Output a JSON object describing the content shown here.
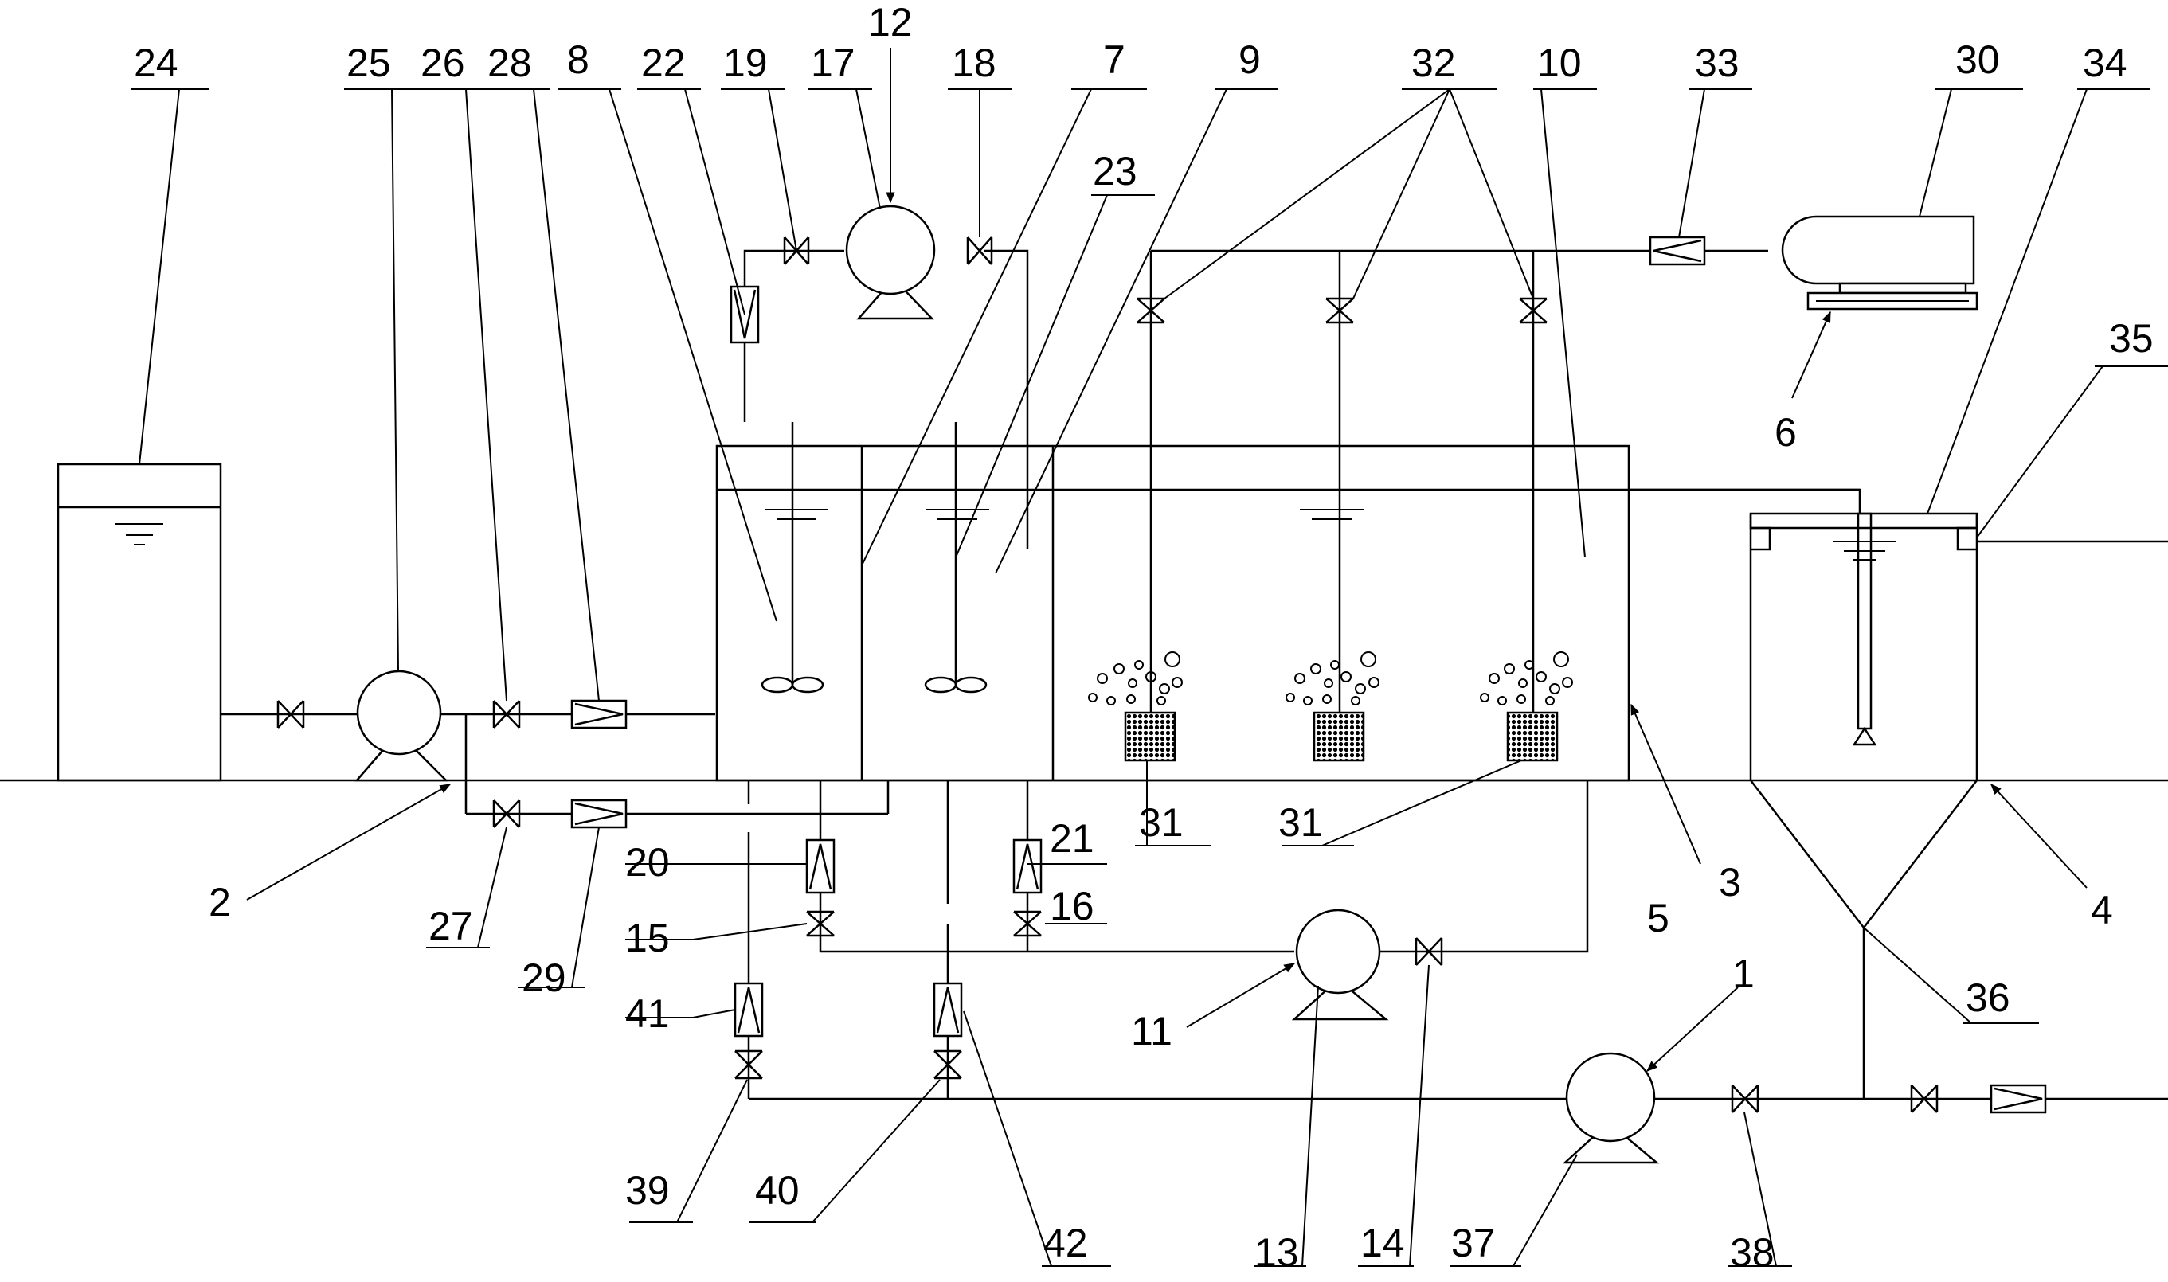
{
  "labels": {
    "l1": "1",
    "l2": "2",
    "l3": "3",
    "l4": "4",
    "l5": "5",
    "l6": "6",
    "l7": "7",
    "l8": "8",
    "l9": "9",
    "l10": "10",
    "l11": "11",
    "l12": "12",
    "l13": "13",
    "l14": "14",
    "l15": "15",
    "l16": "16",
    "l17": "17",
    "l18": "18",
    "l19": "19",
    "l20": "20",
    "l21": "21",
    "l22": "22",
    "l23": "23",
    "l24": "24",
    "l25": "25",
    "l26": "26",
    "l27": "27",
    "l28": "28",
    "l29": "29",
    "l30": "30",
    "l31a": "31",
    "l31b": "31",
    "l32": "32",
    "l33": "33",
    "l34": "34",
    "l35": "35",
    "l36": "36",
    "l37": "37",
    "l38": "38",
    "l39": "39",
    "l40": "40",
    "l41": "41",
    "l42": "42"
  }
}
